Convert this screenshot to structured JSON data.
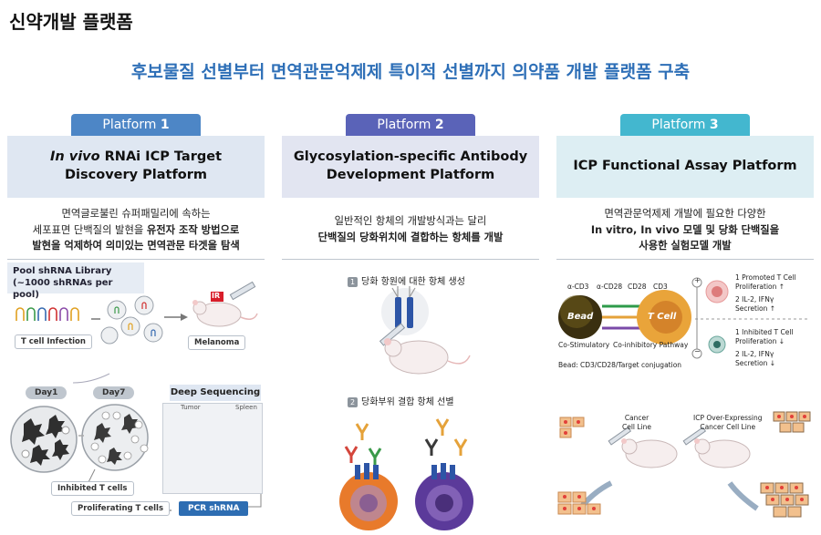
{
  "page_title": "신약개발 플랫폼",
  "headline": "후보물질 선별부터 면역관문억제제 특이적 선별까지 의약품 개발 플랫폼 구축",
  "platforms": [
    {
      "tab_word": "Platform",
      "tab_num": "1",
      "title_em": "In vivo",
      "title_rest": " RNAi ICP Target",
      "title_line2": "Discovery Platform",
      "desc_line1": "면역글로불린 슈퍼패밀리에 속하는",
      "desc_line2_a": "세포표면 단백질의 발현을 ",
      "desc_line2_b": "유전자 조작 방법으로",
      "desc_line3": "발현을 억제하여 의미있는 면역관문 타겟을 탐색",
      "library_title": "Pool shRNA Library",
      "library_sub": "(~1000 shRNAs per pool)",
      "t_cell_infection": "T cell Infection",
      "melanoma": "Melanoma",
      "ir_badge": "IR",
      "day1": "Day1",
      "day7": "Day7",
      "deep_sequencing": "Deep Sequencing",
      "tumor": "Tumor",
      "spleen": "Spleen",
      "inhibited_t": "Inhibited T cells",
      "proliferating_t": "Proliferating T cells",
      "pcr_shrna": "PCR shRNA"
    },
    {
      "tab_word": "Platform",
      "tab_num": "2",
      "title_line1": "Glycosylation-specific Antibody",
      "title_line2": "Development Platform",
      "desc_line1": "일반적인 항체의 개발방식과는 달리",
      "desc_line2": "단백질의 당화위치에 결합하는 항체를 개발",
      "step1_num": "1",
      "step1": "당화 항원에 대한 항체 생성",
      "step2_num": "2",
      "step2": "당화부위 결합 항체 선별"
    },
    {
      "tab_word": "Platform",
      "tab_num": "3",
      "title_line1": "ICP Functional Assay Platform",
      "desc_line1": "면역관문억제제 개발에 필요한 다양한",
      "desc_line2": "In vitro, In vivo 모델 및 당화 단백질을",
      "desc_line3": "사용한 실험모델 개발",
      "alpha_cd3": "α-CD3",
      "alpha_cd28": "α-CD28",
      "cd28": "CD28",
      "cd3": "CD3",
      "bead": "Bead",
      "t_cell": "T Cell",
      "co_stim": "Co-Stimulatory",
      "co_inhib": "Co-inhibitory Pathway",
      "bead_note": "Bead: CD3/CD28/Target conjugation",
      "promoted_1": "Promoted T Cell",
      "promoted_2": "Proliferation ↑",
      "il2_up_1": "IL-2, IFNγ",
      "il2_up_2": "Secretion ↑",
      "inhibited_1": "Inhibited T Cell",
      "inhibited_2": "Proliferation ↓",
      "il2_down_1": "IL-2, IFNγ",
      "il2_down_2": "Secretion ↓",
      "n1": "1",
      "n2": "2",
      "plus": "+",
      "minus": "−",
      "cancer_line_1": "Cancer",
      "cancer_line_2": "Cell Line",
      "icp_line_1": "ICP Over-Expressing",
      "icp_line_2": "Cancer Cell Line"
    }
  ]
}
